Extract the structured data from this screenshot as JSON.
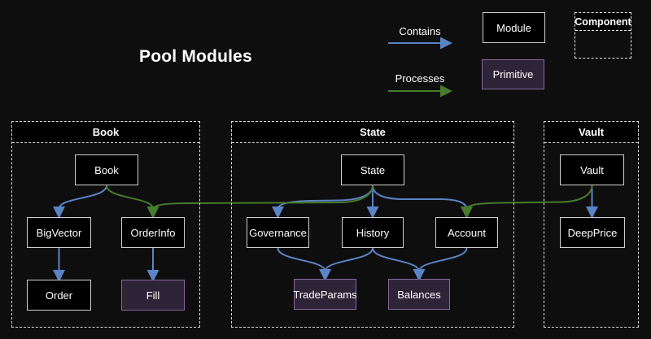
{
  "title": "Pool Modules",
  "legend": {
    "contains_label": "Contains",
    "processes_label": "Processes",
    "module_label": "Module",
    "primitive_label": "Primitive",
    "component_label": "Component"
  },
  "colors": {
    "background": "#0e0e0f",
    "node_fill": "#000000",
    "node_border": "#cfcfcf",
    "primitive_fill": "#2e2438",
    "primitive_border": "#84689a",
    "contains_arrow": "#5b84c4",
    "processes_arrow": "#467c2c",
    "dashed_border": "#dcdcdc",
    "text": "#ffffff"
  },
  "containers": [
    {
      "label": "Book",
      "nodes": [
        {
          "label": "Book",
          "type": "module"
        },
        {
          "label": "BigVector",
          "type": "module"
        },
        {
          "label": "OrderInfo",
          "type": "module"
        },
        {
          "label": "Order",
          "type": "module"
        },
        {
          "label": "Fill",
          "type": "primitive"
        }
      ]
    },
    {
      "label": "State",
      "nodes": [
        {
          "label": "State",
          "type": "module"
        },
        {
          "label": "Governance",
          "type": "module"
        },
        {
          "label": "History",
          "type": "module"
        },
        {
          "label": "Account",
          "type": "module"
        },
        {
          "label": "TradeParams",
          "type": "primitive"
        },
        {
          "label": "Balances",
          "type": "primitive"
        }
      ]
    },
    {
      "label": "Vault",
      "nodes": [
        {
          "label": "Vault",
          "type": "module"
        },
        {
          "label": "DeepPrice",
          "type": "module"
        }
      ]
    }
  ],
  "edges": [
    {
      "from": "Book",
      "to": "BigVector",
      "type": "contains"
    },
    {
      "from": "Book",
      "to": "OrderInfo",
      "type": "processes"
    },
    {
      "from": "BigVector",
      "to": "Order",
      "type": "contains"
    },
    {
      "from": "OrderInfo",
      "to": "Fill",
      "type": "contains"
    },
    {
      "from": "State",
      "to": "Governance",
      "type": "contains"
    },
    {
      "from": "State",
      "to": "History",
      "type": "contains"
    },
    {
      "from": "State",
      "to": "Account",
      "type": "contains"
    },
    {
      "from": "State",
      "to": "OrderInfo",
      "type": "processes"
    },
    {
      "from": "Governance",
      "to": "TradeParams",
      "type": "contains"
    },
    {
      "from": "History",
      "to": "TradeParams",
      "type": "contains"
    },
    {
      "from": "History",
      "to": "Balances",
      "type": "contains"
    },
    {
      "from": "Account",
      "to": "Balances",
      "type": "contains"
    },
    {
      "from": "Vault",
      "to": "DeepPrice",
      "type": "contains"
    },
    {
      "from": "Vault",
      "to": "Account",
      "type": "processes"
    }
  ]
}
